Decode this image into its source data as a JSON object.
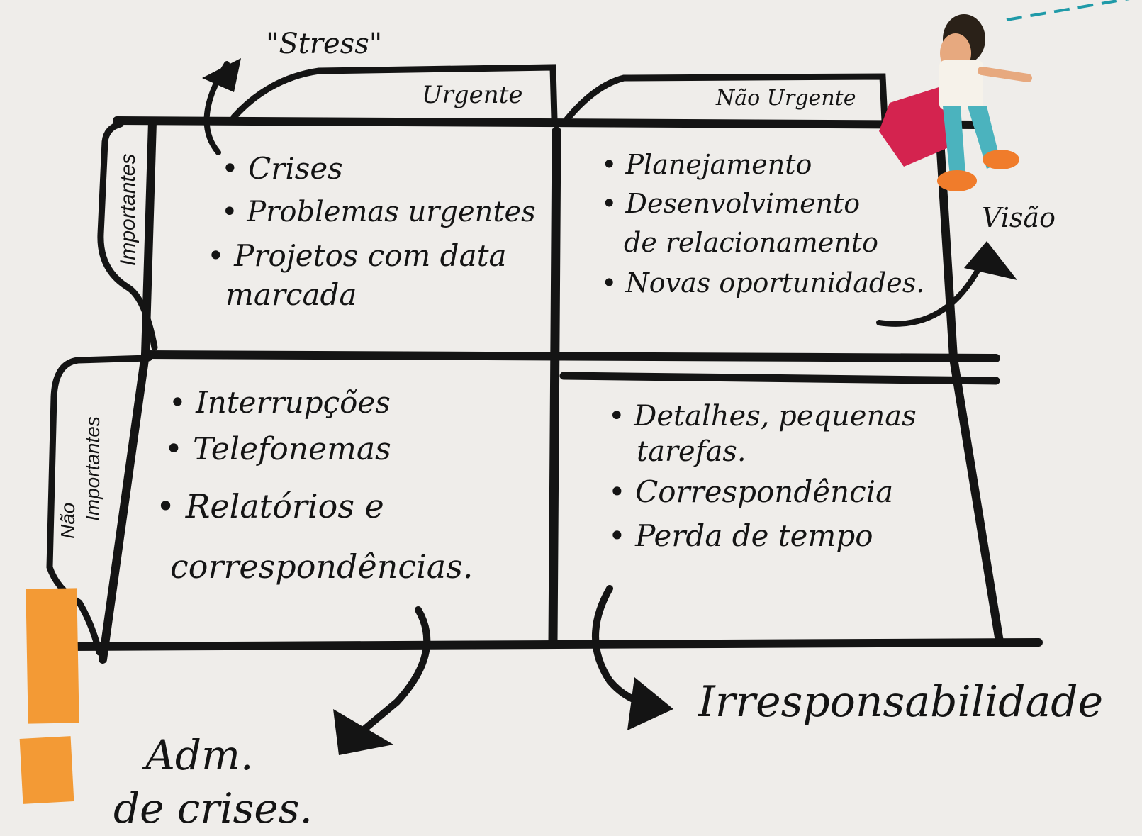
{
  "header": {
    "stress": "\"Stress\"",
    "urgent": "Urgente",
    "not_urgent": "Não Urgente"
  },
  "rows": {
    "important": "Importantes",
    "not_important_1": "Não",
    "not_important_2": "Importantes"
  },
  "quadrants": {
    "q1": [
      "• Crises",
      "• Problemas urgentes",
      "• Projetos com data",
      "marcada"
    ],
    "q2": [
      "• Planejamento",
      "• Desenvolvimento",
      "de relacionamento",
      "• Novas oportunidades."
    ],
    "q3": [
      "• Interrupções",
      "• Telefonemas",
      "• Relatórios e",
      "correspondências."
    ],
    "q4": [
      "• Detalhes, pequenas",
      "tarefas.",
      "• Correspondência",
      "• Perda de tempo"
    ]
  },
  "outcomes": {
    "visao": "Visão",
    "adm_1": "Adm.",
    "adm_2": "de crises.",
    "irresponsabilidade": "Irresponsabilidade"
  },
  "colors": {
    "paper": "#efedea",
    "marker": "#141414",
    "sticky_note": "#f39a35",
    "dashed_line": "#1f9aa8",
    "figure_cushion": "#d4234f"
  }
}
